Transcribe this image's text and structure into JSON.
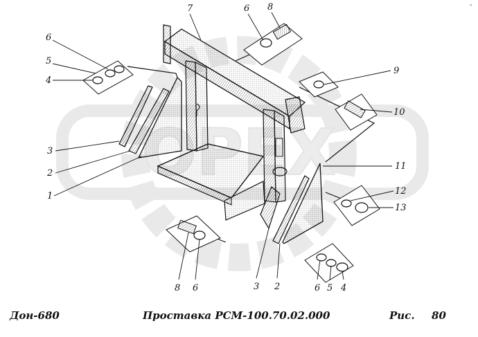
{
  "footer": {
    "left": "Дон-680",
    "center": "Проставка РСМ-100.70.02.000",
    "right_prefix": "Рис.",
    "right_number": "80"
  },
  "watermark": {
    "text": "OPEX",
    "color": "#c9c9c9"
  },
  "corner_mark": "-",
  "callouts": [
    "7",
    "6",
    "8",
    "6",
    "5",
    "4",
    "9",
    "10",
    "3",
    "2",
    "1",
    "11",
    "12",
    "13",
    "8",
    "6",
    "3",
    "2",
    "6",
    "5",
    "4"
  ],
  "colors": {
    "ink": "#111111",
    "hatch": "#6b6b6b",
    "paper": "#ffffff"
  }
}
